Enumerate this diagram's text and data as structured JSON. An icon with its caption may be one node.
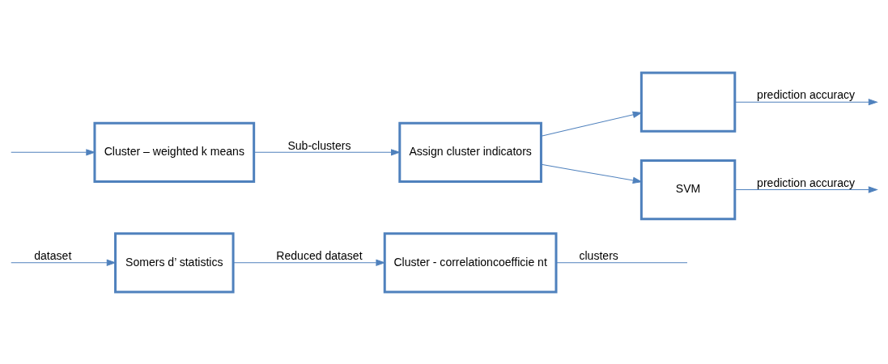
{
  "diagram": {
    "nodes": [
      {
        "text": [
          "Somers d’ statistics"
        ]
      },
      {
        "text": [
          "Cluster - correlationcoefficie nt"
        ]
      },
      {
        "text": [
          "Cluster – weighted k means"
        ]
      },
      {
        "text": [
          "Assign cluster indicators"
        ]
      },
      {
        "text": [],
        "shape": "box"
      },
      {
        "text": [
          "SVM"
        ]
      }
    ],
    "edges": [
      {
        "from": null,
        "to": 0,
        "arrow": "to",
        "label": "dataset"
      },
      {
        "from": 0,
        "to": 1,
        "arrow": "to",
        "label": "Reduced dataset"
      },
      {
        "from": 1,
        "to": null,
        "arrow": "none",
        "label": "clusters"
      },
      {
        "from": null,
        "to": 2,
        "arrow": "to"
      },
      {
        "from": 2,
        "to": 3,
        "arrow": "to",
        "label": "Sub-clusters"
      },
      {
        "from": 3,
        "to": 4,
        "arrow": "to"
      },
      {
        "from": 3,
        "to": 5,
        "arrow": "to"
      },
      {
        "from": 4,
        "to": null,
        "arrow": "to",
        "label": "prediction accuracy"
      },
      {
        "from": 5,
        "to": null,
        "arrow": "to",
        "label": "prediction accuracy"
      }
    ]
  }
}
